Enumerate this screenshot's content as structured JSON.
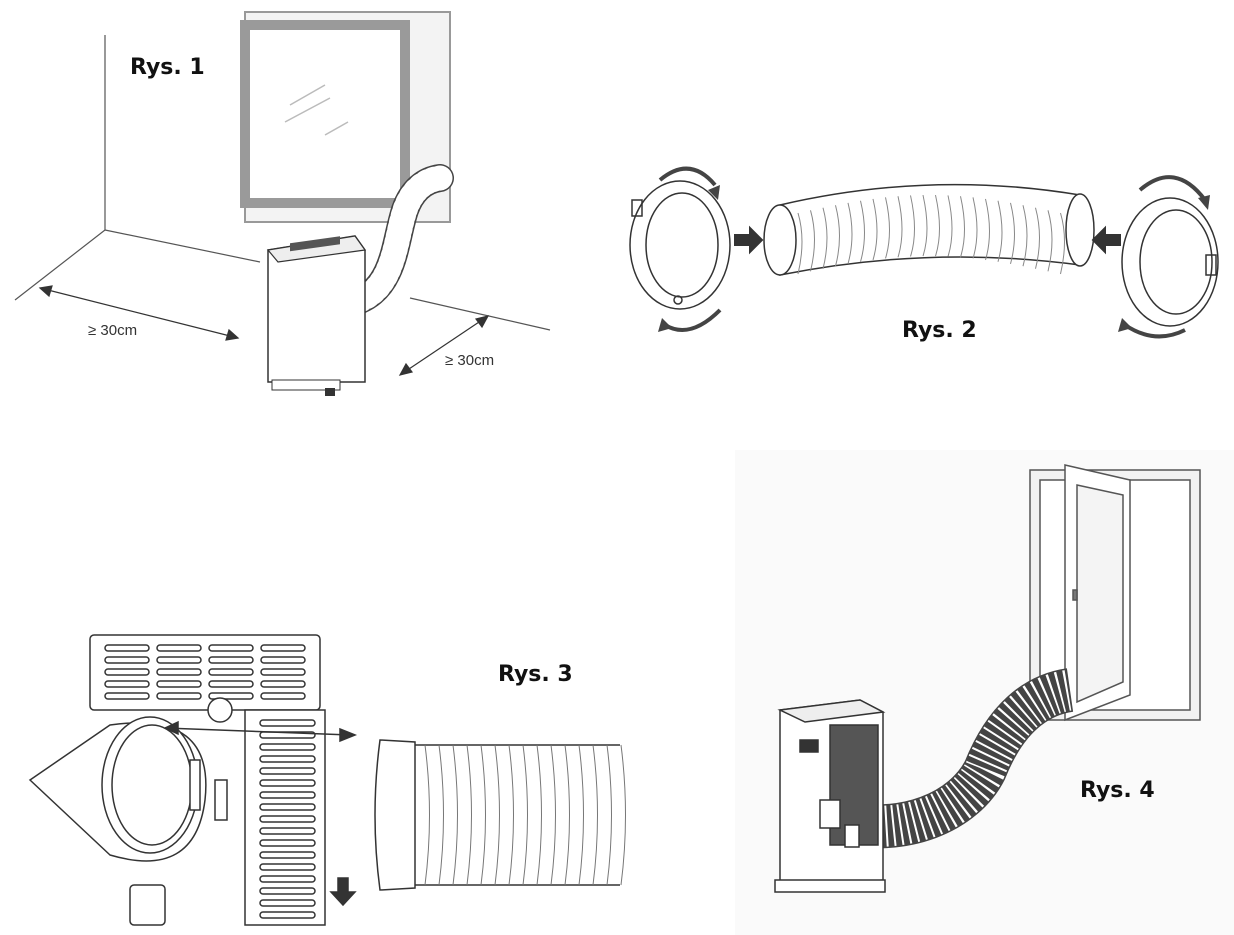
{
  "figures": {
    "fig1": {
      "label": "Rys. 1",
      "dim_left": "≥ 30cm",
      "dim_right": "≥ 30cm"
    },
    "fig2": {
      "label": "Rys. 2"
    },
    "fig3": {
      "label": "Rys. 3"
    },
    "fig4": {
      "label": "Rys. 4"
    }
  },
  "colors": {
    "line": "#333333",
    "window_frame": "#9a9a9a",
    "arrow": "#333333"
  }
}
